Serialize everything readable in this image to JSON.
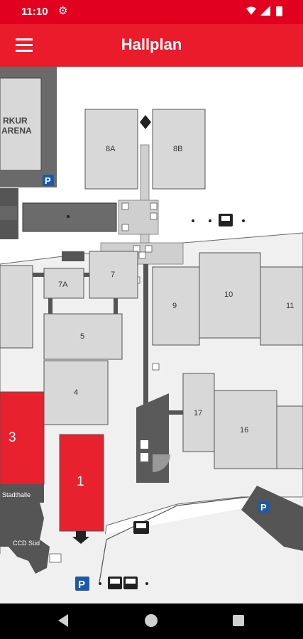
{
  "status_bar": {
    "time": "11:10"
  },
  "app_bar": {
    "title": "Hallplan"
  },
  "map": {
    "venue_labels": {
      "arena_line1": "RKUR",
      "arena_line2": "ARENA",
      "stadthalle": "Stadthalle",
      "ccd_sued": "CCD Süd"
    },
    "halls": [
      {
        "id": "hall-8a",
        "label": "8A"
      },
      {
        "id": "hall-8b",
        "label": "8B"
      },
      {
        "id": "hall-7a",
        "label": "7A"
      },
      {
        "id": "hall-7",
        "label": "7"
      },
      {
        "id": "hall-9",
        "label": "9"
      },
      {
        "id": "hall-10",
        "label": "10"
      },
      {
        "id": "hall-11",
        "label": "11"
      },
      {
        "id": "hall-5",
        "label": "5"
      },
      {
        "id": "hall-4",
        "label": "4"
      },
      {
        "id": "hall-3",
        "label": "3"
      },
      {
        "id": "hall-1",
        "label": "1"
      },
      {
        "id": "hall-17",
        "label": "17"
      },
      {
        "id": "hall-16",
        "label": "16"
      }
    ],
    "parking_label": "P",
    "colors": {
      "highlight": "#e8212e",
      "hall": "#d8d8d8",
      "building_dark": "#5a5a5a",
      "app_red": "#ea1b2b"
    }
  }
}
